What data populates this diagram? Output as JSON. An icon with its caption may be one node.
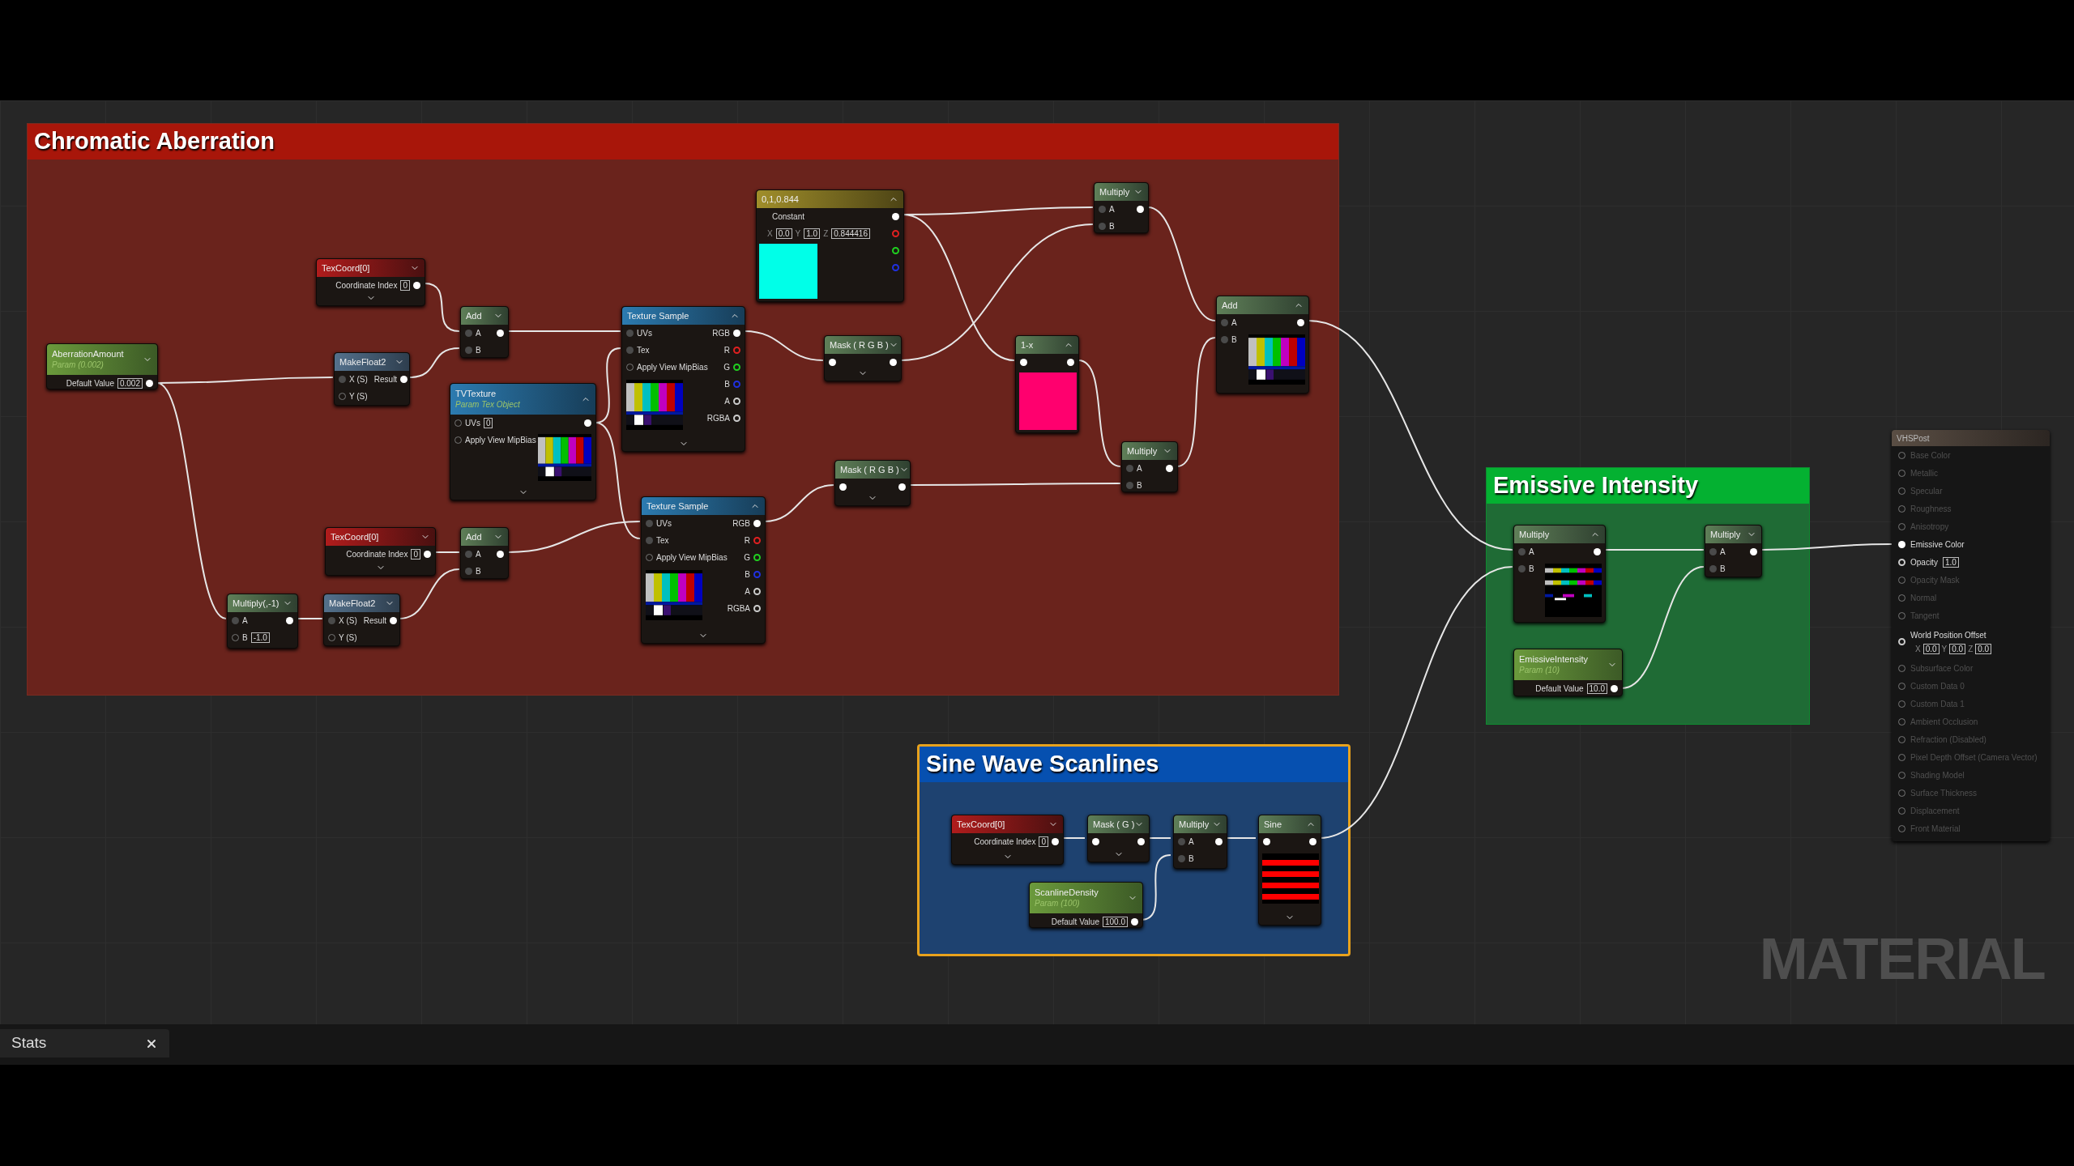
{
  "diagram": {
    "nodes": [
      {
        "text": [
          "Chromatic Aberration"
        ]
      },
      {
        "text": [
          "TexCoord[0]",
          "Coordinate Index",
          "0"
        ],
        "in": 0
      },
      {
        "text": [
          "AberrationAmount",
          "Param (0.002)",
          "Default Value",
          "0.002"
        ],
        "in": 0
      },
      {
        "text": [
          "MakeFloat2",
          "X (S)",
          "Result",
          "Y (S)"
        ],
        "in": 0
      },
      {
        "text": [
          "Add",
          "A",
          "B"
        ],
        "in": 0
      },
      {
        "text": [
          "TVTexture",
          "Param Tex Object",
          "UVs",
          "0",
          "Apply View MipBias"
        ],
        "in": 0
      },
      {
        "text": [
          "Texture Sample",
          "UVs",
          "RGB",
          "Tex",
          "R",
          "Apply View MipBias",
          "G",
          "B",
          "A",
          "RGBA"
        ],
        "in": 0
      },
      {
        "text": [
          "0,1,0.844",
          "Constant",
          "X",
          "0.0",
          "Y",
          "1.0",
          "Z",
          "0.844416"
        ],
        "in": 0
      },
      {
        "text": [
          "Mask ( R G B )"
        ],
        "in": 0
      },
      {
        "text": [
          "Multiply",
          "A",
          "B"
        ],
        "in": 0
      },
      {
        "text": [
          "1-x"
        ],
        "in": 0
      },
      {
        "text": [
          "Add",
          "A",
          "B"
        ],
        "in": 0
      },
      {
        "text": [
          "Multiply",
          "A",
          "B"
        ],
        "in": 0
      },
      {
        "text": [
          "Mask ( R G B )"
        ],
        "in": 0
      },
      {
        "text": [
          "TexCoord[0]",
          "Coordinate Index",
          "0"
        ],
        "in": 0
      },
      {
        "text": [
          "Add",
          "A",
          "B"
        ],
        "in": 0
      },
      {
        "text": [
          "Texture Sample",
          "UVs",
          "RGB",
          "Tex",
          "R",
          "Apply View MipBias",
          "G",
          "B",
          "A",
          "RGBA"
        ],
        "in": 0
      },
      {
        "text": [
          "Multiply(,-1)",
          "A",
          "B",
          "-1.0"
        ],
        "in": 0
      },
      {
        "text": [
          "MakeFloat2",
          "X (S)",
          "Result",
          "Y (S)"
        ],
        "in": 0
      },
      {
        "text": [
          "Emissive Intensity"
        ]
      },
      {
        "text": [
          "Multiply",
          "A",
          "B"
        ],
        "in": 19
      },
      {
        "text": [
          "Multiply",
          "A",
          "B"
        ],
        "in": 19
      },
      {
        "text": [
          "EmissiveIntensity",
          "Param (10)",
          "Default Value",
          "10.0"
        ],
        "in": 19
      },
      {
        "text": [
          "VHSPost",
          "Base Color",
          "Metallic",
          "Specular",
          "Roughness",
          "Anisotropy",
          "Emissive Color",
          "Opacity",
          "1.0",
          "Opacity Mask",
          "Normal",
          "Tangent",
          "World Position Offset",
          "X",
          "0.0",
          "Y",
          "0.0",
          "Z",
          "0.0",
          "Subsurface Color",
          "Custom Data 0",
          "Custom Data 1",
          "Ambient Occlusion",
          "Refraction (Disabled)",
          "Pixel Depth Offset (Camera Vector)",
          "Shading Model",
          "Surface Thickness",
          "Displacement",
          "Front Material"
        ]
      },
      {
        "text": [
          "Sine Wave Scanlines"
        ]
      },
      {
        "text": [
          "TexCoord[0]",
          "Coordinate Index",
          "0"
        ],
        "in": 24
      },
      {
        "text": [
          "Mask ( G )"
        ],
        "in": 24
      },
      {
        "text": [
          "Multiply",
          "A",
          "B"
        ],
        "in": 24
      },
      {
        "text": [
          "Sine"
        ],
        "in": 24
      },
      {
        "text": [
          "ScanlineDensity",
          "Param (100)",
          "Default Value",
          "100.0"
        ],
        "in": 24
      }
    ],
    "edges": [
      {
        "from": 2,
        "to": 3,
        "arrow": "none"
      },
      {
        "from": 2,
        "to": 17,
        "arrow": "none"
      },
      {
        "from": 1,
        "to": 4,
        "arrow": "none"
      },
      {
        "from": 3,
        "to": 4,
        "arrow": "none"
      },
      {
        "from": 4,
        "to": 6,
        "arrow": "none"
      },
      {
        "from": 5,
        "to": 6,
        "arrow": "none"
      },
      {
        "from": 5,
        "to": 16,
        "arrow": "none"
      },
      {
        "from": 14,
        "to": 15,
        "arrow": "none"
      },
      {
        "from": 17,
        "to": 18,
        "arrow": "none"
      },
      {
        "from": 18,
        "to": 15,
        "arrow": "none"
      },
      {
        "from": 15,
        "to": 16,
        "arrow": "none"
      },
      {
        "from": 6,
        "to": 8,
        "arrow": "none"
      },
      {
        "from": 16,
        "to": 13,
        "arrow": "none"
      },
      {
        "from": 7,
        "to": 9,
        "arrow": "none"
      },
      {
        "from": 7,
        "to": 10,
        "arrow": "none"
      },
      {
        "from": 8,
        "to": 9,
        "arrow": "none"
      },
      {
        "from": 10,
        "to": 12,
        "arrow": "none"
      },
      {
        "from": 13,
        "to": 12,
        "arrow": "none"
      },
      {
        "from": 9,
        "to": 11,
        "arrow": "none"
      },
      {
        "from": 12,
        "to": 11,
        "arrow": "none"
      },
      {
        "from": 11,
        "to": 20,
        "arrow": "none"
      },
      {
        "from": 28,
        "to": 20,
        "arrow": "none"
      },
      {
        "from": 20,
        "to": 21,
        "arrow": "none"
      },
      {
        "from": 22,
        "to": 21,
        "arrow": "none"
      },
      {
        "from": 21,
        "to": 23,
        "arrow": "none"
      },
      {
        "from": 25,
        "to": 26,
        "arrow": "none"
      },
      {
        "from": 26,
        "to": 27,
        "arrow": "none"
      },
      {
        "from": 29,
        "to": 27,
        "arrow": "none"
      },
      {
        "from": 27,
        "to": 28,
        "arrow": "none"
      }
    ],
    "labels": [
      "MATERIAL",
      "Stats"
    ]
  }
}
